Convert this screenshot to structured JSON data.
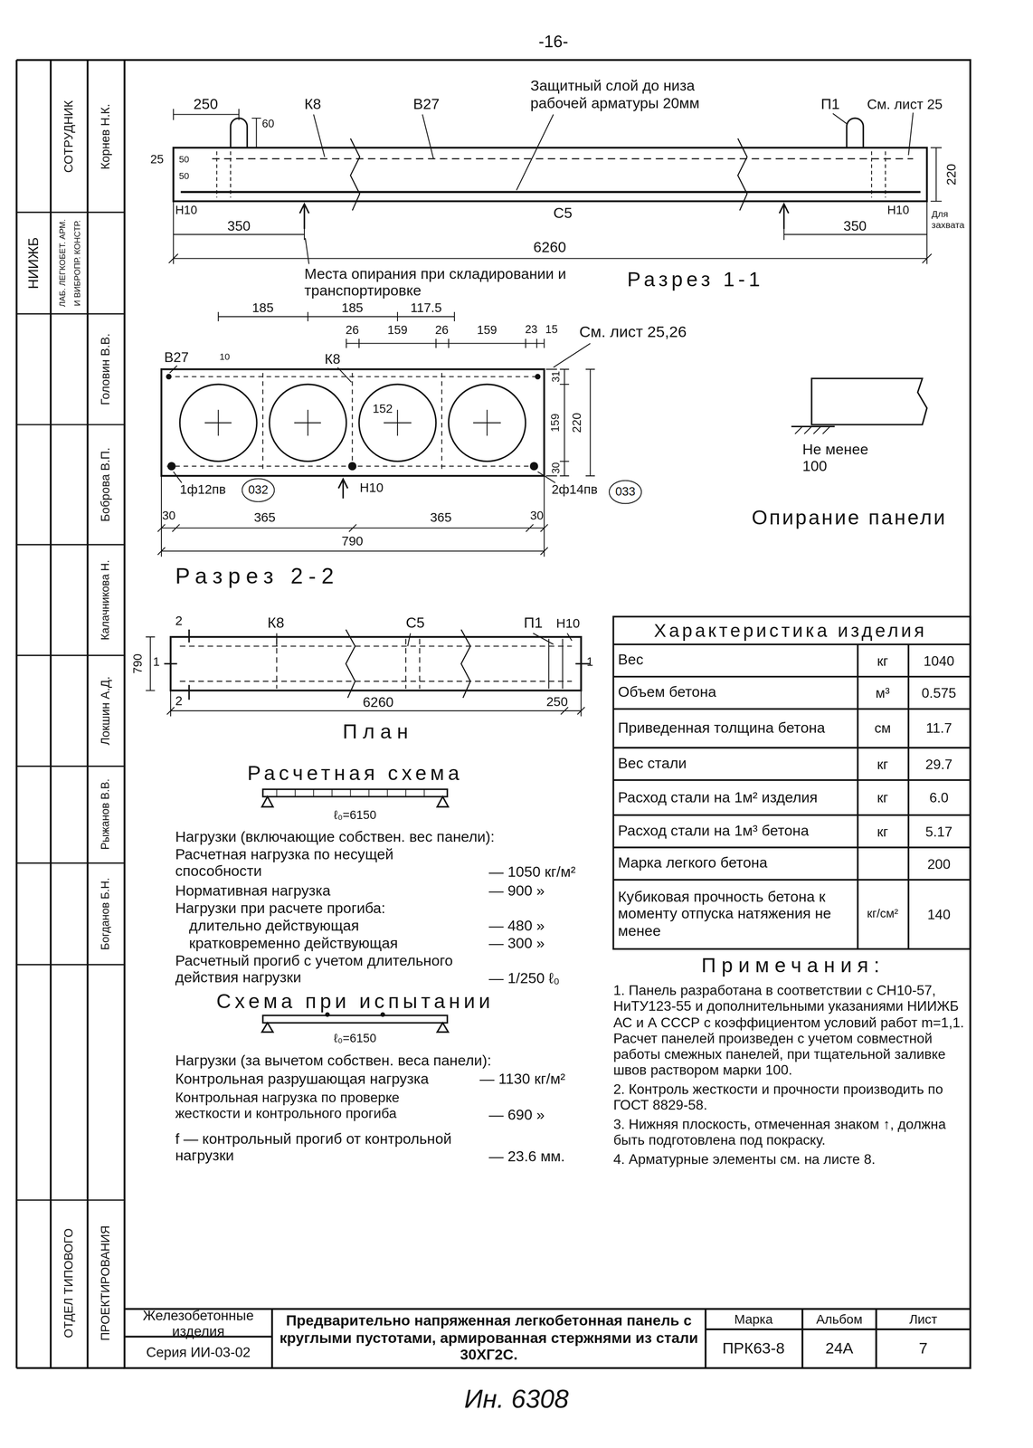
{
  "diagram": {
    "title": "Предварительно напряженная легкобетонная панель с круглыми пустотами, армированная стержнями из стали 30ХГ2С.",
    "nodes": [
      {
        "text": [
          "032"
        ]
      },
      {
        "text": [
          "033"
        ]
      }
    ],
    "labels": [
      "-16-",
      "СОТРУДНИК",
      "Корнев Н.К.",
      "НИИЖБ",
      "ЛАБ. ЛЕГКОБЕТ. АРМ.",
      "И ВИБРОПР. КОНСТР.",
      "Головин В.В.",
      "Боброва В.П.",
      "Калачникова Н.",
      "Локшин А.Д.",
      "Рыжанов В.В.",
      "Богданов Б.Н.",
      "ОТДЕЛ ТИПОВОГО",
      "ПРОЕКТИРОВАНИЯ",
      "250",
      "60",
      "К8",
      "В27",
      "Защитный слой до низа",
      "рабочей арматуры 20мм",
      "П1",
      "См. лист 25",
      "25",
      "50",
      "50",
      "Н10",
      "350",
      "С5",
      "220",
      "350",
      "Н10",
      "Для захвата",
      "6260",
      "Места опирания при складировании и транспортировке",
      "Разрез 1-1",
      "185",
      "185",
      "117.5",
      "26",
      "159",
      "26",
      "159",
      "23",
      "15",
      "В27",
      "К8",
      "См. лист 25,26",
      "10",
      "152",
      "31",
      "159",
      "30",
      "220",
      "1ф12пв",
      "Н10",
      "2ф14пв",
      "30",
      "365",
      "365",
      "30",
      "790",
      "Разрез 2-2",
      "Не менее 100",
      "Опирание панели",
      "К8",
      "С5",
      "П1",
      "Н10",
      "2",
      "1",
      "790",
      "1",
      "2",
      "6260",
      "250",
      "План",
      "Расчетная схема",
      "ℓ₀=6150",
      "Нагрузки (включающие собствен. вес панели):",
      "Расчетная нагрузка по несущей способности",
      "— 1050 кг/м²",
      "Нормативная нагрузка",
      "— 900 »",
      "Нагрузки при расчете прогиба:",
      "длительно действующая",
      "— 480 »",
      "кратковременно действующая",
      "— 300 »",
      "Расчетный прогиб с учетом длительного действия нагрузки",
      "— 1/250 ℓ₀",
      "Схема при испытании",
      "ℓ₀=6150",
      "Нагрузки (за вычетом собствен. веса панели):",
      "Контрольная разрушающая нагрузка",
      "— 1130 кг/м²",
      "Контрольная нагрузка по проверке жесткости и контрольного прогиба",
      "— 690 »",
      "f — контрольный прогиб от контрольной нагрузки",
      "— 23.6 мм.",
      "Характеристика изделия",
      "Вес",
      "кг",
      "1040",
      "Объем бетона",
      "м³",
      "0.575",
      "Приведенная толщина бетона",
      "см",
      "11.7",
      "Вес стали",
      "кг",
      "29.7",
      "Расход стали на 1м² изделия",
      "кг",
      "6.0",
      "Расход стали на 1м³ бетона",
      "кг",
      "5.17",
      "Марка легкого бетона",
      "200",
      "Кубиковая прочность бетона к моменту отпуска натяжения не менее",
      "кг/см²",
      "140",
      "Примечания:",
      "1. Панель разработана в соответствии с СН10-57, НиТУ123-55 и дополнительными указаниями НИИЖБ АС и А СССР с коэффициентом условий работ m=1,1. Расчет панелей произведен с учетом совместной работы смежных панелей, при тщательной заливке швов раствором марки 100.",
      "2. Контроль жесткости и прочности производить по ГОСТ 8829-58.",
      "3. Нижняя плоскость, отмеченная знаком ↑, должна быть подготовлена под покраску.",
      "4. Арматурные элементы см. на листе 8.",
      "Железобетонные изделия",
      "Серия ИИ-03-02",
      "Марка",
      "ПРК63-8",
      "Альбом",
      "24А",
      "Лист",
      "7",
      "Ин. 6308"
    ]
  }
}
